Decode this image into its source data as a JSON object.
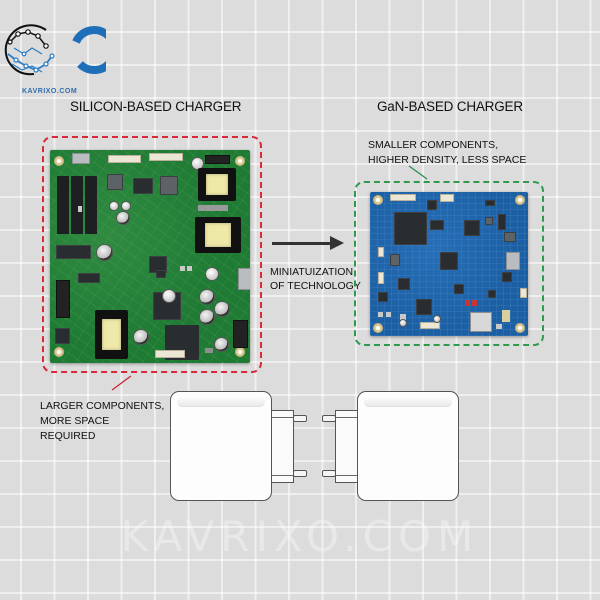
{
  "brand": {
    "logo_icon": "kavrixo-logo-icon",
    "logo_text": "KAVRIXO.COM",
    "watermark": "KAVRIXO.COM",
    "colors": {
      "logo_blue": "#1f6fb8",
      "logo_black": "#111111"
    }
  },
  "left_panel": {
    "title": "SILICON-BASED CHARGER",
    "box_color": "#d8283a",
    "board_color": "#1f7a34",
    "callout": [
      "LARGER COMPONENTS,",
      "MORE SPACE",
      "REQUIRED"
    ]
  },
  "right_panel": {
    "title": "GaN-BASED CHARGER",
    "box_color": "#2e9a4e",
    "board_color": "#1c5fa3",
    "callout": [
      "SMALLER COMPONENTS,",
      "HIGHER DENSITY, LESS SPACE"
    ]
  },
  "transition": {
    "arrow_icon": "right-arrow-icon",
    "label": [
      "MINIATUIZATION",
      "OF TECHNOLOGY"
    ]
  },
  "chargers": [
    {
      "name": "silicon-charger",
      "orientation": "prongs-right"
    },
    {
      "name": "gan-charger",
      "orientation": "prongs-left"
    }
  ]
}
